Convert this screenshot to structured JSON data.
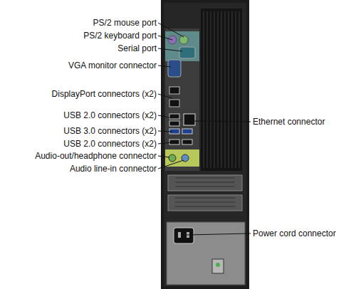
{
  "diagram": {
    "labels": [
      "PS/2 mouse port",
      "PS/2 keyboard port",
      "Serial port",
      "VGA monitor connector",
      "DisplayPort connectors (x2)",
      "USB 2.0 connectors (x2)",
      "USB 3.0 connectors (x2)",
      "USB 2.0 connectors (x2)",
      "Audio-out/headphone connector",
      "Audio line-in connector",
      "Ethernet connector",
      "Power cord connector"
    ]
  }
}
